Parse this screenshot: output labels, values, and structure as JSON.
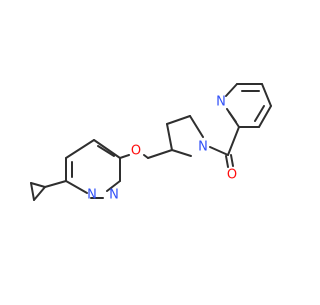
{
  "molecule": {
    "atoms": {
      "o_ether": "O",
      "n_pyrrolidine": "N",
      "n_pyridine": "N",
      "o_carbonyl": "O",
      "n_pyridazine_a": "N",
      "n_pyridazine_b": "N"
    },
    "colors": {
      "bond": "#2f2f2f",
      "oxygen": "#ff0d0d",
      "nitrogen": "#3050f8"
    }
  }
}
